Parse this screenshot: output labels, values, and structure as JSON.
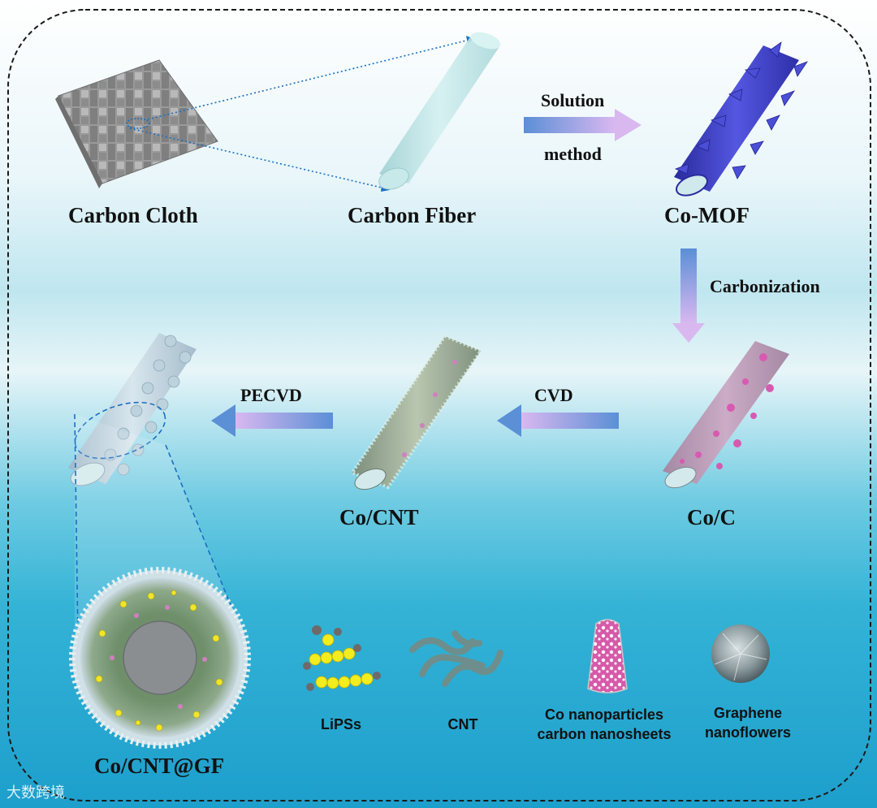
{
  "labels": {
    "carbon_cloth": "Carbon Cloth",
    "carbon_fiber": "Carbon Fiber",
    "co_mof": "Co-MOF",
    "co_c": "Co/C",
    "co_cnt": "Co/CNT",
    "co_cnt_gf": "Co/CNT@GF"
  },
  "steps": {
    "solution_line1": "Solution",
    "solution_line2": "method",
    "carbonization": "Carbonization",
    "cvd": "CVD",
    "pecvd": "PECVD"
  },
  "legend": {
    "lipss": "LiPSs",
    "cnt": "CNT",
    "co_nano_line1": "Co nanoparticles",
    "co_nano_line2": "carbon nanosheets",
    "graphene_line1": "Graphene",
    "graphene_line2": "nanoflowers"
  },
  "watermark": "大数跨境",
  "colors": {
    "sky_top": "#ffffff",
    "sky_mid": "#bfe7f0",
    "sea": "#2aa9cf",
    "arrow_start": "#5b8fd6",
    "arrow_end": "#d9b8f0",
    "mof_blue": "#3d3fc6",
    "co_pink": "#d46bb5",
    "fiber": "#b7dfe0"
  }
}
